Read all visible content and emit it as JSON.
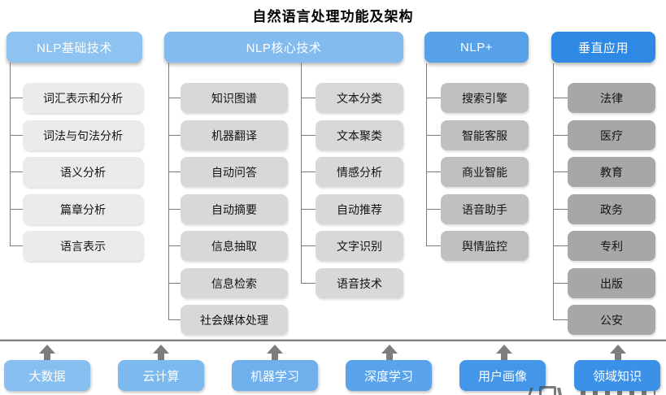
{
  "title": "自然语言处理功能及架构",
  "palette": {
    "header_colors": [
      "#8EC2F0",
      "#83BBEF",
      "#57A1E8",
      "#2E89E5"
    ],
    "item_colors": [
      "#EBEBEB",
      "#D8D8D8",
      "#C0C0C0",
      "#A7A7A7"
    ],
    "bottom_colors": [
      "#87C0F0",
      "#7CB9EF",
      "#6EAFEC",
      "#59A3EA",
      "#4497E8",
      "#3B91E7"
    ],
    "connector_line_color": "#7A7A7A",
    "arrow_color": "#7D7D7D"
  },
  "columns": [
    {
      "header": "NLP基础技术",
      "items": [
        "词汇表示和分析",
        "词法与句法分析",
        "语义分析",
        "篇章分析",
        "语言表示"
      ]
    },
    {
      "header": "NLP核心技术",
      "items_left": [
        "知识图谱",
        "机器翻译",
        "自动问答",
        "自动摘要",
        "信息抽取",
        "信息检索",
        "社会媒体处理"
      ],
      "items_right": [
        "文本分类",
        "文本聚类",
        "情感分析",
        "自动推荐",
        "文字识别",
        "语音技术"
      ]
    },
    {
      "header": "NLP+",
      "items": [
        "搜索引擎",
        "智能客服",
        "商业智能",
        "语音助手",
        "舆情监控"
      ]
    },
    {
      "header": "垂直应用",
      "items": [
        "法律",
        "医疗",
        "教育",
        "政务",
        "专利",
        "出版",
        "公安"
      ]
    }
  ],
  "foundation": {
    "items": [
      "大数据",
      "云计算",
      "机器学习",
      "深度学习",
      "用户画像",
      "领域知识"
    ]
  }
}
